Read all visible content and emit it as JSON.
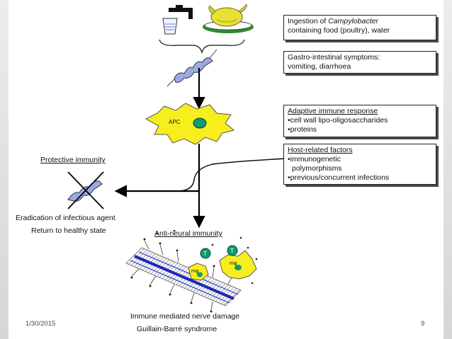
{
  "boxes": {
    "ingestion": {
      "line1_prefix": "Ingestion of ",
      "line1_italic": "Campylobacter",
      "line2": "containing food (poultry), water"
    },
    "gastro": {
      "line1": "Gastro-intestinal symptoms:",
      "line2": "vomiting, diarrhoea"
    },
    "adaptive": {
      "header": "Adaptive immune response",
      "items": [
        "•cell wall lipo-oligosaccharides",
        "•proteins"
      ]
    },
    "host": {
      "header": "Host-related factors",
      "items": [
        "•immunogenetic",
        "polymorphisms",
        "•previous/concurrent infections"
      ]
    }
  },
  "labels": {
    "apc": "APC",
    "protective_immunity": "Protective immunity",
    "eradication": "Eradication of infectious agent",
    "return_healthy": "Return to healthy state",
    "anti_neural": "Anti-neural immunity",
    "t_cell": "T",
    "macrophage_1": "mφ",
    "macrophage_2": "mφ",
    "immune_damage": "Immune mediated nerve damage",
    "gbs": "Guillain-Barré syndrome"
  },
  "footer": {
    "date": "1/30/2015",
    "page": "9"
  },
  "icons": [
    "tap-icon",
    "glass-icon",
    "chicken-icon",
    "bacterium-icon",
    "apc-cell-icon",
    "cross-icon",
    "nerve-fiber-icon",
    "t-cell-icon",
    "macrophage-icon"
  ],
  "colors": {
    "apc_yellow": "#f7ee1e",
    "nucleus_green": "#0e9c6a",
    "nerve_blue": "#1c27b8",
    "bacterium_blue": "#8a9fe0"
  }
}
